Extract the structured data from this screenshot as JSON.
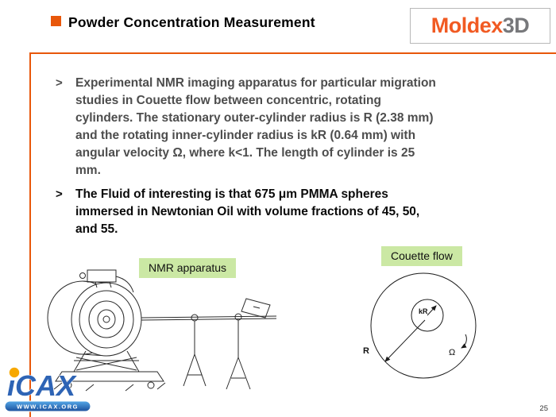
{
  "slide": {
    "title": "Powder Concentration Measurement",
    "page_number": "25"
  },
  "logo": {
    "brand_main": "Moldex",
    "brand_suffix": "3D"
  },
  "bullets": [
    {
      "marker": ">",
      "text": "Experimental NMR imaging apparatus for particular migration\nstudies in Couette flow between concentric, rotating\ncylinders. The stationary outer-cylinder radius is R (2.38 mm)\nand the rotating inner-cylinder radius is kR (0.64 mm) with\nangular velocity Ω, where k<1. The length of cylinder is 25\nmm."
    },
    {
      "marker": ">",
      "text": "The Fluid of interesting is that 675 μm PMMA spheres\nimmersed in Newtonian Oil with volume fractions of 45, 50,\nand 55."
    }
  ],
  "figure_labels": {
    "nmr": "NMR apparatus",
    "couette": "Couette flow"
  },
  "diagram": {
    "outer_radius_label": "R",
    "inner_radius_label": "kR",
    "omega_label": "Ω"
  },
  "footer": {
    "logo_text": "iCAX",
    "logo_url": "WWW.ICAX.ORG"
  },
  "colors": {
    "accent_orange": "#E8570A",
    "logo_orange": "#F15A22",
    "logo_gray": "#77787B",
    "label_green": "#CBE8A4",
    "body_gray": "#4D4D4D",
    "icax_blue": "#2E64B5"
  }
}
